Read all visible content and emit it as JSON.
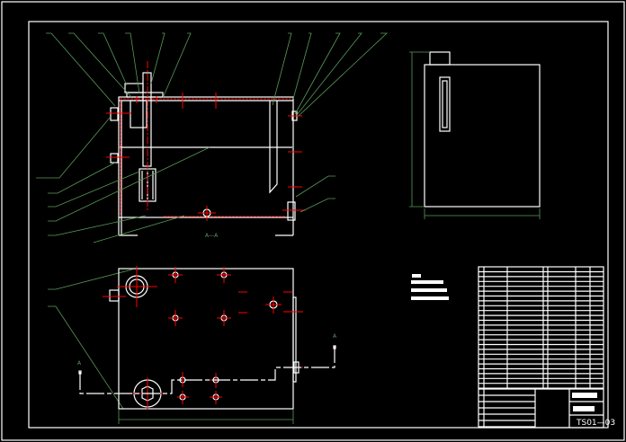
{
  "drawing": {
    "section_label": "A—A",
    "cut_label_left": "A",
    "cut_label_right": "A",
    "drawing_number": "TS01—03"
  },
  "colors": {
    "background": "#000000",
    "outline": "#ffffff",
    "centerline": "#ff0000",
    "dimension": "#5a9a5a"
  }
}
